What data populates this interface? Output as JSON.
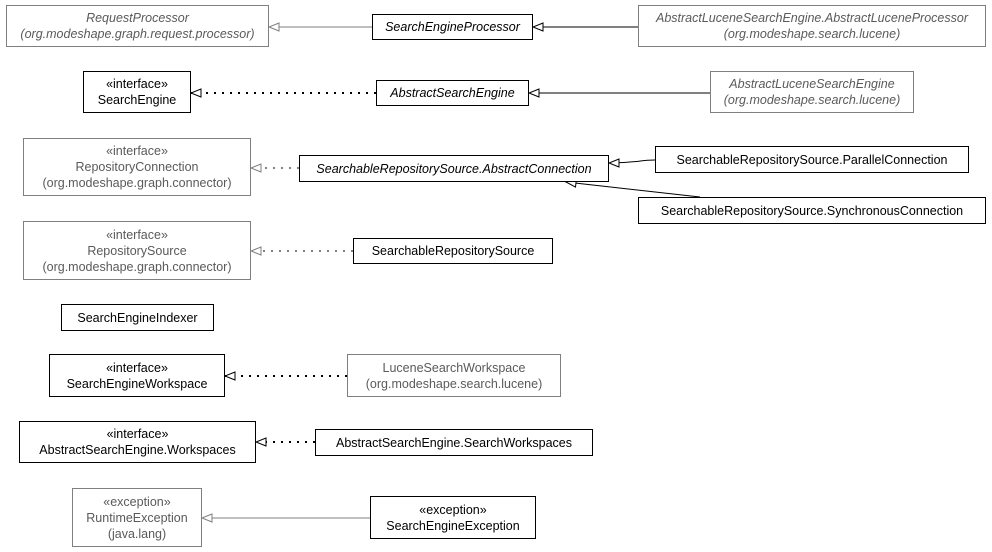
{
  "classes": {
    "request_processor": {
      "name": "RequestProcessor",
      "pkg": "(org.modeshape.graph.request.processor)"
    },
    "search_engine_processor": {
      "name": "SearchEngineProcessor"
    },
    "lucene_processor": {
      "name": "AbstractLuceneSearchEngine.AbstractLuceneProcessor",
      "pkg": "(org.modeshape.search.lucene)"
    },
    "search_engine": {
      "stereo": "«interface»",
      "name": "SearchEngine"
    },
    "abstract_search_engine": {
      "name": "AbstractSearchEngine"
    },
    "abstract_lucene_search_engine": {
      "name": "AbstractLuceneSearchEngine",
      "pkg": "(org.modeshape.search.lucene)"
    },
    "repository_connection": {
      "stereo": "«interface»",
      "name": "RepositoryConnection",
      "pkg": "(org.modeshape.graph.connector)"
    },
    "abstract_connection": {
      "name": "SearchableRepositorySource.AbstractConnection"
    },
    "parallel_connection": {
      "name": "SearchableRepositorySource.ParallelConnection"
    },
    "synchronous_connection": {
      "name": "SearchableRepositorySource.SynchronousConnection"
    },
    "repository_source": {
      "stereo": "«interface»",
      "name": "RepositorySource",
      "pkg": "(org.modeshape.graph.connector)"
    },
    "searchable_repository_source": {
      "name": "SearchableRepositorySource"
    },
    "search_engine_indexer": {
      "name": "SearchEngineIndexer"
    },
    "search_engine_workspace": {
      "stereo": "«interface»",
      "name": "SearchEngineWorkspace"
    },
    "lucene_search_workspace": {
      "name": "LuceneSearchWorkspace",
      "pkg": "(org.modeshape.search.lucene)"
    },
    "workspaces": {
      "stereo": "«interface»",
      "name": "AbstractSearchEngine.Workspaces"
    },
    "search_workspaces": {
      "name": "AbstractSearchEngine.SearchWorkspaces"
    },
    "runtime_exception": {
      "stereo": "«exception»",
      "name": "RuntimeException",
      "pkg": "(java.lang)"
    },
    "search_engine_exception": {
      "stereo": "«exception»",
      "name": "SearchEngineException"
    }
  },
  "colors": {
    "main_border": "#000000",
    "external_border": "#7f7f7f",
    "external_text": "#5a5a5a"
  }
}
